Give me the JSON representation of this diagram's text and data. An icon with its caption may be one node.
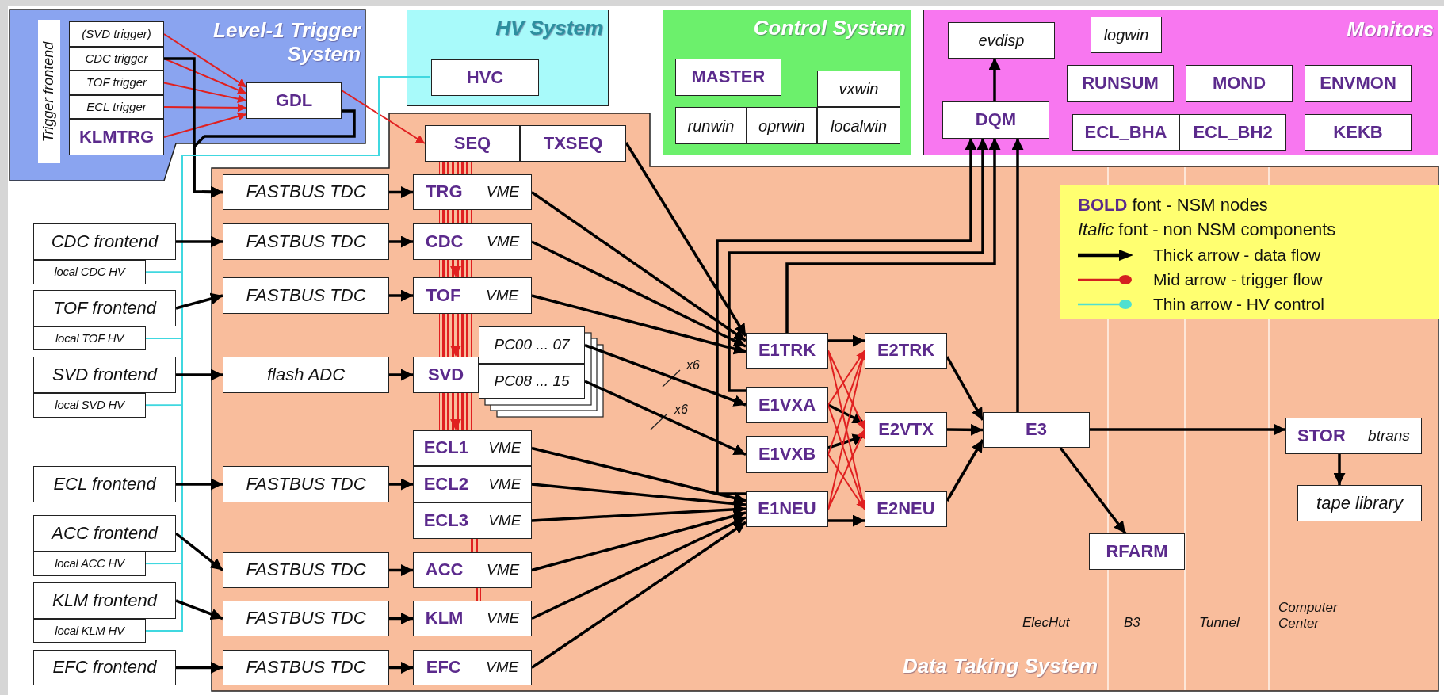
{
  "diagram": {
    "nodes": [
      {
        "text": [
          "Level-1 Trigger System"
        ]
      },
      {
        "text": [
          "Trigger frontend"
        ],
        "in": 0
      },
      {
        "text": [
          "(SVD trigger)"
        ],
        "in": 0
      },
      {
        "text": [
          "CDC trigger"
        ],
        "in": 0
      },
      {
        "text": [
          "TOF trigger"
        ],
        "in": 0
      },
      {
        "text": [
          "ECL trigger"
        ],
        "in": 0
      },
      {
        "text": [
          "KLMTRG"
        ],
        "in": 0
      },
      {
        "text": [
          "GDL"
        ],
        "in": 0
      },
      {
        "text": [
          "HV System"
        ]
      },
      {
        "text": [
          "HVC"
        ],
        "in": 8
      },
      {
        "text": [
          "Control System"
        ]
      },
      {
        "text": [
          "MASTER"
        ],
        "in": 10
      },
      {
        "text": [
          "vxwin"
        ],
        "in": 10
      },
      {
        "text": [
          "runwin"
        ],
        "in": 10
      },
      {
        "text": [
          "oprwin"
        ],
        "in": 10
      },
      {
        "text": [
          "localwin"
        ],
        "in": 10
      },
      {
        "text": [
          "Monitors"
        ]
      },
      {
        "text": [
          "evdisp"
        ],
        "in": 16
      },
      {
        "text": [
          "logwin"
        ],
        "in": 16
      },
      {
        "text": [
          "RUNSUM"
        ],
        "in": 16
      },
      {
        "text": [
          "MOND"
        ],
        "in": 16
      },
      {
        "text": [
          "ENVMON"
        ],
        "in": 16
      },
      {
        "text": [
          "DQM"
        ],
        "in": 16
      },
      {
        "text": [
          "ECL_BHA"
        ],
        "in": 16
      },
      {
        "text": [
          "ECL_BH2"
        ],
        "in": 16
      },
      {
        "text": [
          "KEKB"
        ],
        "in": 16
      },
      {
        "text": [
          "Data Taking System"
        ]
      },
      {
        "text": [
          "CDC frontend"
        ]
      },
      {
        "text": [
          "local CDC HV"
        ]
      },
      {
        "text": [
          "TOF frontend"
        ]
      },
      {
        "text": [
          "local TOF HV"
        ]
      },
      {
        "text": [
          "SVD frontend"
        ]
      },
      {
        "text": [
          "local SVD HV"
        ]
      },
      {
        "text": [
          "ECL frontend"
        ]
      },
      {
        "text": [
          "ACC frontend"
        ]
      },
      {
        "text": [
          "local ACC HV"
        ]
      },
      {
        "text": [
          "KLM frontend"
        ]
      },
      {
        "text": [
          "local KLM HV"
        ]
      },
      {
        "text": [
          "EFC frontend"
        ]
      },
      {
        "text": [
          "SEQ"
        ],
        "in": 26
      },
      {
        "text": [
          "TXSEQ"
        ],
        "in": 26
      },
      {
        "text": [
          "FASTBUS TDC"
        ],
        "in": 26
      },
      {
        "text": [
          "TRG",
          "VME"
        ],
        "in": 26
      },
      {
        "text": [
          "FASTBUS TDC"
        ],
        "in": 26
      },
      {
        "text": [
          "CDC",
          "VME"
        ],
        "in": 26
      },
      {
        "text": [
          "FASTBUS TDC"
        ],
        "in": 26
      },
      {
        "text": [
          "TOF",
          "VME"
        ],
        "in": 26
      },
      {
        "text": [
          "flash ADC"
        ],
        "in": 26
      },
      {
        "text": [
          "SVD"
        ],
        "in": 26
      },
      {
        "text": [
          "PC00 ... 07"
        ],
        "in": 26
      },
      {
        "text": [
          "PC08 ... 15"
        ],
        "in": 26
      },
      {
        "text": [
          "ECL1",
          "VME"
        ],
        "in": 26
      },
      {
        "text": [
          "FASTBUS TDC"
        ],
        "in": 26
      },
      {
        "text": [
          "ECL2",
          "VME"
        ],
        "in": 26
      },
      {
        "text": [
          "ECL3",
          "VME"
        ],
        "in": 26
      },
      {
        "text": [
          "FASTBUS TDC"
        ],
        "in": 26
      },
      {
        "text": [
          "ACC",
          "VME"
        ],
        "in": 26
      },
      {
        "text": [
          "FASTBUS TDC"
        ],
        "in": 26
      },
      {
        "text": [
          "KLM",
          "VME"
        ],
        "in": 26
      },
      {
        "text": [
          "FASTBUS TDC"
        ],
        "in": 26
      },
      {
        "text": [
          "EFC",
          "VME"
        ],
        "in": 26
      },
      {
        "text": [
          "E1TRK"
        ],
        "in": 26
      },
      {
        "text": [
          "E1VXA"
        ],
        "in": 26
      },
      {
        "text": [
          "E1VXB"
        ],
        "in": 26
      },
      {
        "text": [
          "E1NEU"
        ],
        "in": 26
      },
      {
        "text": [
          "E2TRK"
        ],
        "in": 26
      },
      {
        "text": [
          "E2VTX"
        ],
        "in": 26
      },
      {
        "text": [
          "E2NEU"
        ],
        "in": 26
      },
      {
        "text": [
          "E3"
        ],
        "in": 26
      },
      {
        "text": [
          "RFARM"
        ],
        "in": 26
      },
      {
        "text": [
          "STOR",
          "btrans"
        ],
        "in": 26
      },
      {
        "text": [
          "tape library"
        ],
        "in": 26
      }
    ],
    "edges": [
      {
        "from": 2,
        "to": 7,
        "arrow": "to",
        "color": "#e02020"
      },
      {
        "from": 3,
        "to": 7,
        "arrow": "to",
        "color": "#e02020"
      },
      {
        "from": 4,
        "to": 7,
        "arrow": "to",
        "color": "#e02020"
      },
      {
        "from": 5,
        "to": 7,
        "arrow": "to",
        "color": "#e02020"
      },
      {
        "from": 6,
        "to": 7,
        "arrow": "to",
        "color": "#e02020"
      },
      {
        "from": 7,
        "to": 39,
        "arrow": "to",
        "color": "#e02020"
      },
      {
        "from": 3,
        "to": 41,
        "arrow": "to"
      },
      {
        "from": 7,
        "to": 41,
        "arrow": "to"
      },
      {
        "from": 9,
        "to": 28,
        "arrow": "to",
        "color": "#40d8e0"
      },
      {
        "from": 9,
        "to": 30,
        "arrow": "to",
        "color": "#40d8e0"
      },
      {
        "from": 9,
        "to": 32,
        "arrow": "to",
        "color": "#40d8e0"
      },
      {
        "from": 9,
        "to": 35,
        "arrow": "to",
        "color": "#40d8e0"
      },
      {
        "from": 9,
        "to": 37,
        "arrow": "to",
        "color": "#40d8e0"
      },
      {
        "from": 27,
        "to": 43,
        "arrow": "to"
      },
      {
        "from": 29,
        "to": 45,
        "arrow": "to"
      },
      {
        "from": 31,
        "to": 47,
        "arrow": "to"
      },
      {
        "from": 33,
        "to": 52,
        "arrow": "to"
      },
      {
        "from": 34,
        "to": 55,
        "arrow": "to"
      },
      {
        "from": 36,
        "to": 57,
        "arrow": "to"
      },
      {
        "from": 38,
        "to": 59,
        "arrow": "to"
      },
      {
        "from": 41,
        "to": 42,
        "arrow": "to"
      },
      {
        "from": 43,
        "to": 44,
        "arrow": "to"
      },
      {
        "from": 45,
        "to": 46,
        "arrow": "to"
      },
      {
        "from": 47,
        "to": 48,
        "arrow": "to"
      },
      {
        "from": 52,
        "to": 53,
        "arrow": "to"
      },
      {
        "from": 55,
        "to": 56,
        "arrow": "to"
      },
      {
        "from": 57,
        "to": 58,
        "arrow": "to"
      },
      {
        "from": 59,
        "to": 60,
        "arrow": "to"
      },
      {
        "from": 40,
        "to": 61,
        "arrow": "to"
      },
      {
        "from": 42,
        "to": 61,
        "arrow": "to"
      },
      {
        "from": 44,
        "to": 61,
        "arrow": "to"
      },
      {
        "from": 46,
        "to": 61,
        "arrow": "to"
      },
      {
        "from": 49,
        "to": 62,
        "arrow": "to"
      },
      {
        "from": 50,
        "to": 63,
        "arrow": "to"
      },
      {
        "from": 51,
        "to": 64,
        "arrow": "to"
      },
      {
        "from": 53,
        "to": 64,
        "arrow": "to"
      },
      {
        "from": 54,
        "to": 64,
        "arrow": "to"
      },
      {
        "from": 56,
        "to": 64,
        "arrow": "to"
      },
      {
        "from": 58,
        "to": 64,
        "arrow": "to"
      },
      {
        "from": 60,
        "to": 64,
        "arrow": "to"
      },
      {
        "from": 61,
        "to": 65,
        "arrow": "to"
      },
      {
        "from": 62,
        "to": 66,
        "arrow": "to"
      },
      {
        "from": 63,
        "to": 66,
        "arrow": "to"
      },
      {
        "from": 64,
        "to": 67,
        "arrow": "to"
      },
      {
        "from": 61,
        "to": 66,
        "arrow": "to",
        "color": "#e02020"
      },
      {
        "from": 61,
        "to": 67,
        "arrow": "to",
        "color": "#e02020"
      },
      {
        "from": 62,
        "to": 65,
        "arrow": "to",
        "color": "#e02020"
      },
      {
        "from": 62,
        "to": 67,
        "arrow": "to",
        "color": "#e02020"
      },
      {
        "from": 63,
        "to": 65,
        "arrow": "to",
        "color": "#e02020"
      },
      {
        "from": 63,
        "to": 67,
        "arrow": "to",
        "color": "#e02020"
      },
      {
        "from": 64,
        "to": 65,
        "arrow": "to",
        "color": "#e02020"
      },
      {
        "from": 64,
        "to": 66,
        "arrow": "to",
        "color": "#e02020"
      },
      {
        "from": 65,
        "to": 68,
        "arrow": "to"
      },
      {
        "from": 66,
        "to": 68,
        "arrow": "to"
      },
      {
        "from": 67,
        "to": 68,
        "arrow": "to"
      },
      {
        "from": 68,
        "to": 70,
        "arrow": "to"
      },
      {
        "from": 68,
        "to": 69,
        "arrow": "to"
      },
      {
        "from": 70,
        "to": 71,
        "arrow": "to"
      },
      {
        "from": 22,
        "to": 17,
        "arrow": "to"
      },
      {
        "from": 61,
        "to": 22,
        "arrow": "to"
      },
      {
        "from": 62,
        "to": 22,
        "arrow": "to"
      },
      {
        "from": 64,
        "to": 22,
        "arrow": "to"
      },
      {
        "from": 68,
        "to": 22,
        "arrow": "to"
      },
      {
        "from": 39,
        "to": 42,
        "arrow": "none",
        "style": "thick",
        "color": "#e02020"
      },
      {
        "from": 42,
        "to": 44,
        "arrow": "none",
        "style": "thick",
        "color": "#e02020"
      },
      {
        "from": 44,
        "to": 46,
        "arrow": "to",
        "style": "thick",
        "color": "#e02020"
      },
      {
        "from": 46,
        "to": 48,
        "arrow": "to",
        "style": "thick",
        "color": "#e02020"
      },
      {
        "from": 48,
        "to": 51,
        "arrow": "to",
        "style": "thick",
        "color": "#e02020"
      },
      {
        "from": 54,
        "to": 56,
        "arrow": "none",
        "style": "thick",
        "color": "#e02020"
      },
      {
        "from": 56,
        "to": 58,
        "arrow": "none",
        "style": "thick",
        "color": "#e02020"
      }
    ],
    "labels": [
      "**BOLD** font - NSM nodes",
      "*Italic* font - non NSM components",
      "x6",
      "x6",
      "ElecHut",
      "B3",
      "Tunnel",
      "Computer Center"
    ],
    "legend": [
      {
        "text": "Thick arrow - data flow"
      },
      {
        "text": "Mid arrow - trigger flow"
      },
      {
        "text": "Thin arrow - HV control"
      }
    ]
  }
}
